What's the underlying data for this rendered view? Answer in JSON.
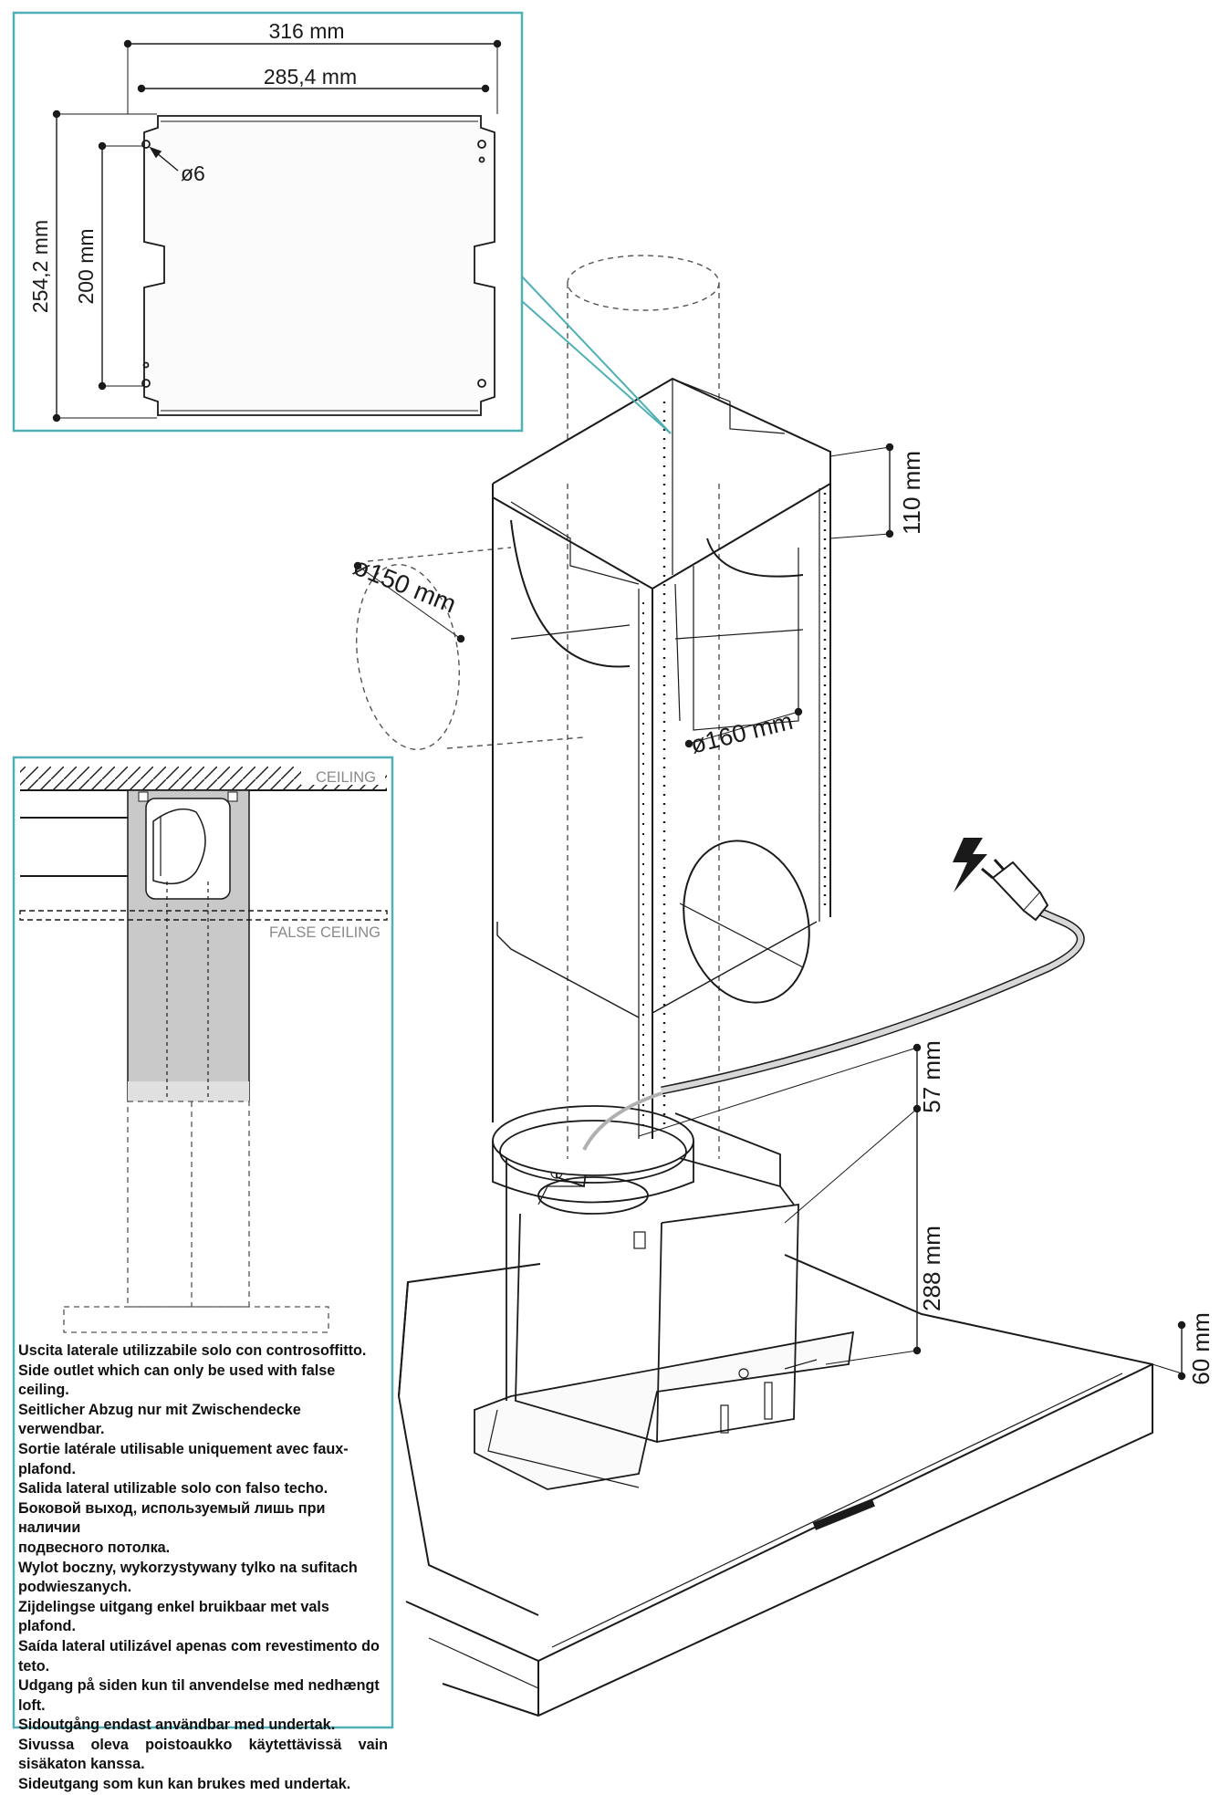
{
  "colors": {
    "frame": "#4fb0b6",
    "line": "#1a1a1a",
    "dash": "#555555",
    "duct": "#c8c8c8",
    "cable": "#d0d0d0"
  },
  "icons": [
    "electric-bolt-icon",
    "power-plug-icon"
  ],
  "bracket_detail": {
    "width_outer": "316 mm",
    "width_inner": "285,4 mm",
    "hole": "ø6",
    "height_outer": "254,2 mm",
    "height_inner": "200 mm"
  },
  "chimney": {
    "duct_side": "ø150 mm",
    "duct_outlet": "ø160 mm",
    "top_gap": "110 mm",
    "cable_gap": "57 mm",
    "motor_height": "288 mm",
    "hood_thickness": "60 mm"
  },
  "side_outlet": {
    "ceiling_label": "CEILING",
    "false_ceiling_label": "FALSE CEILING",
    "notes": [
      "Uscita laterale utilizzabile solo con controsoffitto.",
      "Side outlet which can only be used with false ceiling.",
      "Seitlicher Abzug nur mit Zwischendecke verwendbar.",
      "Sortie latérale utilisable uniquement avec faux-plafond.",
      "Salida lateral utilizable solo con falso techo.",
      "Боковой выход, используемый лишь при наличии",
      "подвесного потолка.",
      "Wylot boczny, wykorzystywany tylko na sufitach",
      "podwieszanych.",
      "Zijdelingse uitgang enkel bruikbaar met vals plafond.",
      "Saída lateral utilizável apenas com revestimento do teto.",
      "Udgang på siden kun til anvendelse med nedhængt loft.",
      "Sidoutgång endast användbar med undertak.",
      "Sivussa oleva poistoaukko käytettävissä vain",
      "sisäkaton kanssa.",
      "Sideutgang som kun kan brukes med undertak."
    ]
  }
}
